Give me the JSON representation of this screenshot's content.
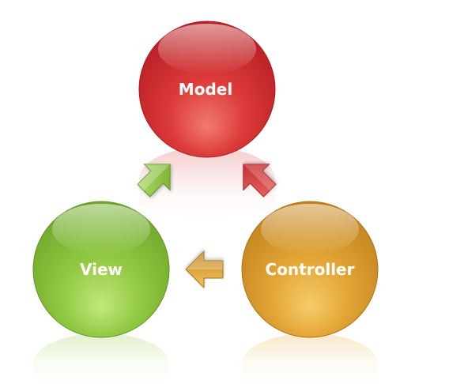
{
  "diagram": {
    "nodes": {
      "model": {
        "label": "Model",
        "color": "#d7373a"
      },
      "view": {
        "label": "View",
        "color": "#8cc63e"
      },
      "controller": {
        "label": "Controller",
        "color": "#e0a233"
      }
    },
    "arrows": [
      {
        "from": "view",
        "to": "model",
        "color": "#8cc63e"
      },
      {
        "from": "controller",
        "to": "model",
        "color": "#d7373a"
      },
      {
        "from": "controller",
        "to": "view",
        "color": "#e0a233"
      }
    ]
  }
}
